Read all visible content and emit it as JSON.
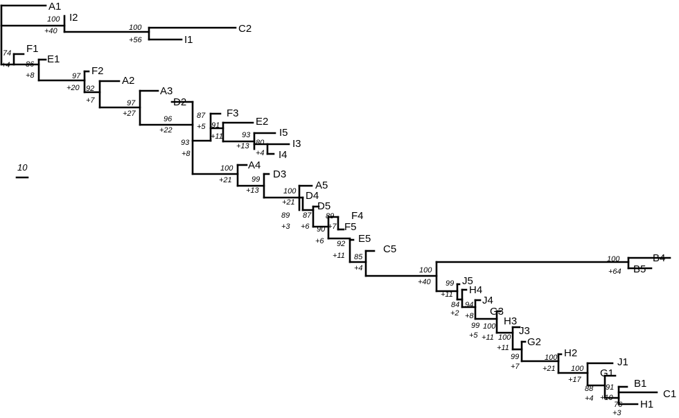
{
  "scale_bar": {
    "label": "10"
  },
  "taxa": {
    "A1": "A1",
    "I2": "I2",
    "C2": "C2",
    "I1": "I1",
    "F1": "F1",
    "E1": "E1",
    "F2": "F2",
    "A2": "A2",
    "A3": "A3",
    "D2": "D2",
    "F3": "F3",
    "E2": "E2",
    "I5": "I5",
    "I3": "I3",
    "I4": "I4",
    "A4": "A4",
    "D3": "D3",
    "A5": "A5",
    "D4": "D4",
    "D5": "D5",
    "F4": "F4",
    "F5": "F5",
    "E5": "E5",
    "C5": "C5",
    "B4": "B4",
    "B5": "B5",
    "J5": "J5",
    "H4": "H4",
    "J4": "J4",
    "G3": "G3",
    "H3": "H3",
    "J3": "J3",
    "G2": "G2",
    "H2": "H2",
    "J1": "J1",
    "G1": "G1",
    "B1": "B1",
    "C1": "C1",
    "H1": "H1"
  },
  "support": {
    "n_I2": {
      "bootstrap": "100",
      "decay": "+40"
    },
    "n_C2I1": {
      "bootstrap": "100",
      "decay": "+56"
    },
    "n_F1": {
      "bootstrap": "74",
      "decay": "+4"
    },
    "n_E1": {
      "bootstrap": "86",
      "decay": "+8"
    },
    "n_F2": {
      "bootstrap": "97",
      "decay": "+20"
    },
    "n_A2": {
      "bootstrap": "92",
      "decay": "+7"
    },
    "n_A3": {
      "bootstrap": "97",
      "decay": "+27"
    },
    "n_D2": {
      "bootstrap": "96",
      "decay": "+22"
    },
    "n_F3clade": {
      "bootstrap": "93",
      "decay": "+8"
    },
    "n_F3": {
      "bootstrap": "87",
      "decay": "+5"
    },
    "n_E2": {
      "bootstrap": "91",
      "decay": "+11"
    },
    "n_I5": {
      "bootstrap": "93",
      "decay": "+13"
    },
    "n_I3I4": {
      "bootstrap": "80",
      "decay": "+4"
    },
    "n_A4": {
      "bootstrap": "100",
      "decay": "+21"
    },
    "n_D3": {
      "bootstrap": "99",
      "decay": "+13"
    },
    "n_A5": {
      "bootstrap": "100",
      "decay": "+21"
    },
    "n_D4": {
      "bootstrap": "89",
      "decay": "+3"
    },
    "n_D5": {
      "bootstrap": "87",
      "decay": "+6"
    },
    "n_F4F5": {
      "bootstrap": "89",
      "decay": "+7"
    },
    "n_F5": {
      "bootstrap": "90",
      "decay": "+6"
    },
    "n_E5": {
      "bootstrap": "92",
      "decay": "+11"
    },
    "n_C5": {
      "bootstrap": "85",
      "decay": "+4"
    },
    "n_B4B5": {
      "bootstrap": "100",
      "decay": "+64"
    },
    "n_Bclade": {
      "bootstrap": "100",
      "decay": "+40"
    },
    "n_J5": {
      "bootstrap": "99",
      "decay": "+11"
    },
    "n_H4": {
      "bootstrap": "84",
      "decay": "+2"
    },
    "n_J4": {
      "bootstrap": "94",
      "decay": "+8"
    },
    "n_G3": {
      "bootstrap": "99",
      "decay": "+5"
    },
    "n_H3": {
      "bootstrap": "100",
      "decay": "+11"
    },
    "n_J3": {
      "bootstrap": "100",
      "decay": "+11"
    },
    "n_G2": {
      "bootstrap": "99",
      "decay": "+7"
    },
    "n_H2": {
      "bootstrap": "100",
      "decay": "+21"
    },
    "n_J1": {
      "bootstrap": "100",
      "decay": "+17"
    },
    "n_G1": {
      "bootstrap": "88",
      "decay": "+4"
    },
    "n_B1": {
      "bootstrap": "91",
      "decay": "+10"
    },
    "n_H1": {
      "bootstrap": "76",
      "decay": "+3"
    }
  }
}
